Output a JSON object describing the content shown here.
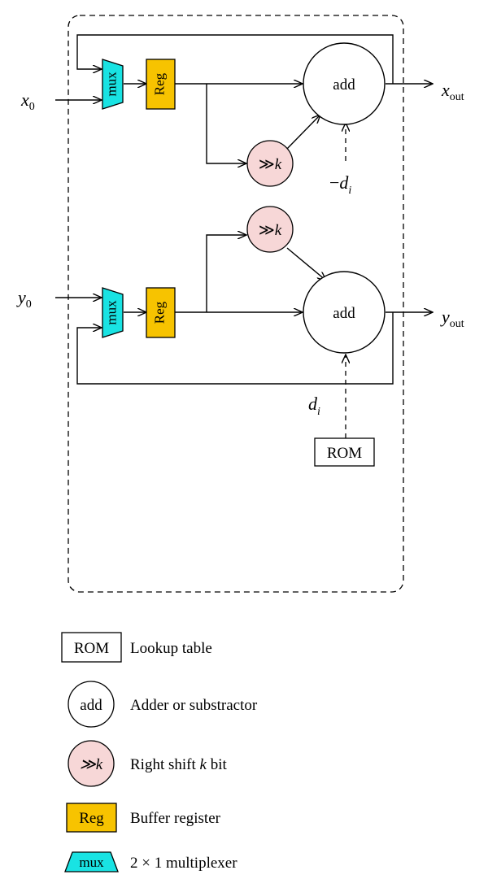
{
  "colors": {
    "mux_fill": "#19e3e3",
    "reg_fill": "#f7c300",
    "shift_fill": "#f7d7d7",
    "stroke": "#000000"
  },
  "blocks": {
    "mux_label": "mux",
    "reg_label": "Reg",
    "add_label": "add",
    "shift_symbol": "≫",
    "shift_var": "k",
    "rom_label": "ROM"
  },
  "signals": {
    "x0_base": "x",
    "x0_sub": "0",
    "y0_base": "y",
    "y0_sub": "0",
    "xout_base": "x",
    "xout_sub": "out",
    "yout_base": "y",
    "yout_sub": "out",
    "neg_di_minus": "−",
    "di_base": "d",
    "di_sub": "i"
  },
  "legend": [
    {
      "symbol": "ROM",
      "text": "Lookup table"
    },
    {
      "symbol": "add",
      "text": "Adder or substractor"
    },
    {
      "symbol": "≫k",
      "text_prefix": "Right shift ",
      "text_var": "k",
      "text_suffix": " bit"
    },
    {
      "symbol": "Reg",
      "text": "Buffer register"
    },
    {
      "symbol": "mux",
      "text": "2 × 1 multiplexer"
    }
  ]
}
